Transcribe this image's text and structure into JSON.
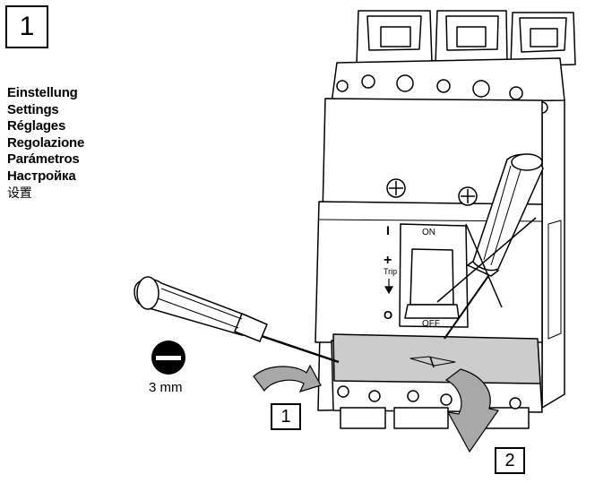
{
  "step": {
    "main": "1",
    "arrow1": "1",
    "arrow2": "2"
  },
  "settings_titles": [
    "Einstellung",
    "Settings",
    "Réglages",
    "Regolazione",
    "Parámetros",
    "Настройка",
    "设置"
  ],
  "screwdriver": {
    "size_label": "3 mm",
    "icon": "flat-slot-screwdriver-icon"
  },
  "switch_labels": {
    "on_mark": "I",
    "on_text": "ON",
    "trip_plus": "+",
    "trip_text": "Trip",
    "off_mark": "O",
    "off_text": "OFF"
  },
  "colors": {
    "line": "#000000",
    "cover_fill": "#cccccc",
    "arrow_fill": "#a8a8a8",
    "body_fill": "#ffffff"
  }
}
